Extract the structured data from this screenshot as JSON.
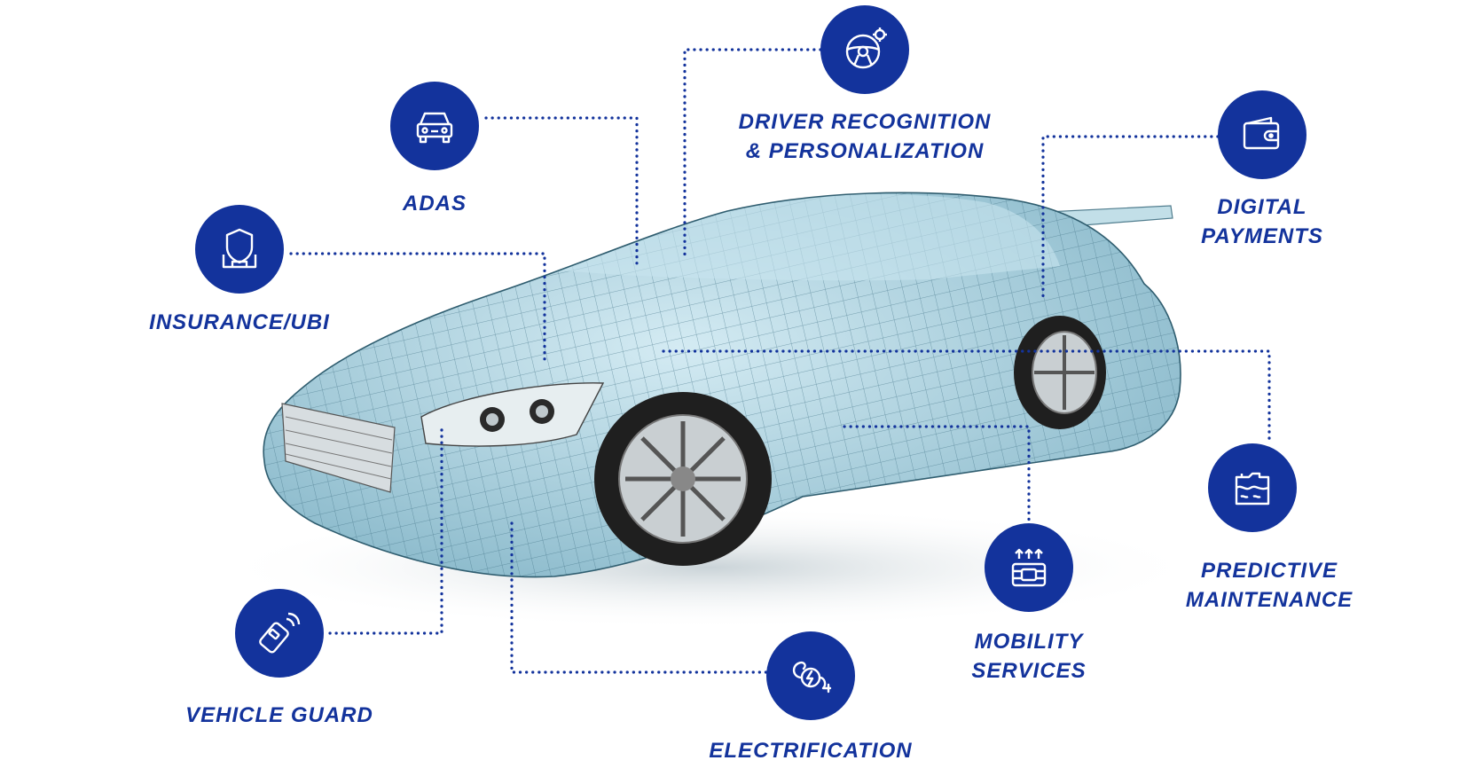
{
  "colors": {
    "accent": "#13339c",
    "car_tint": "#9ec9d8",
    "car_line": "#3e6f82"
  },
  "features": [
    {
      "id": "adas",
      "icon": "car-front-icon",
      "lines": [
        "ADAS"
      ]
    },
    {
      "id": "driver-recognition",
      "icon": "steering-wheel-gear-icon",
      "lines": [
        "DRIVER RECOGNITION",
        "& PERSONALIZATION"
      ]
    },
    {
      "id": "digital-payments",
      "icon": "wallet-icon",
      "lines": [
        "DIGITAL",
        "PAYMENTS"
      ]
    },
    {
      "id": "insurance-ubi",
      "icon": "shield-icon",
      "lines": [
        "INSURANCE/UBI"
      ]
    },
    {
      "id": "predictive-maintenance",
      "icon": "fluid-canister-icon",
      "lines": [
        "PREDICTIVE",
        "MAINTENANCE"
      ]
    },
    {
      "id": "mobility-services",
      "icon": "battery-chip-icon",
      "lines": [
        "MOBILITY",
        "SERVICES"
      ]
    },
    {
      "id": "vehicle-guard",
      "icon": "key-fob-icon",
      "lines": [
        "VEHICLE GUARD"
      ]
    },
    {
      "id": "electrification",
      "icon": "charging-plug-icon",
      "lines": [
        "ELECTRIFICATION"
      ]
    }
  ]
}
